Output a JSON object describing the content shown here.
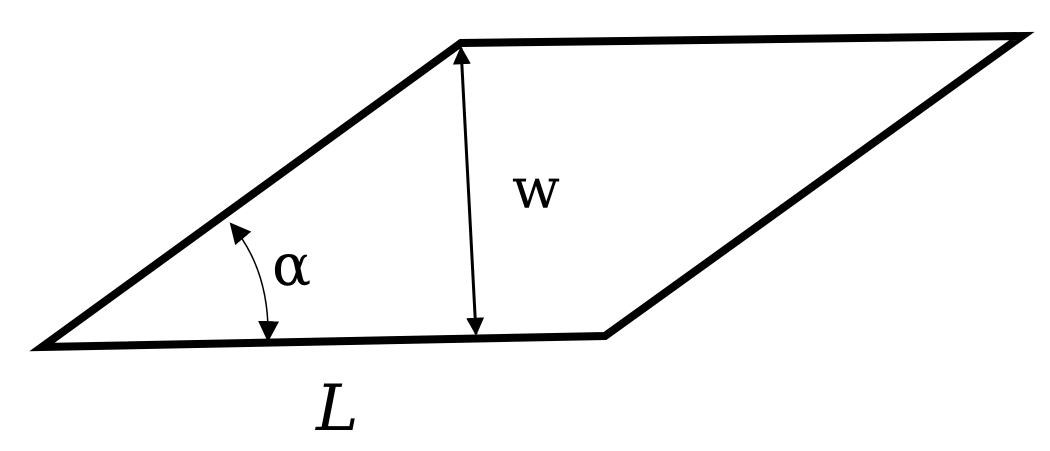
{
  "labels": {
    "height": "w",
    "angle": "α",
    "base": "L"
  },
  "colors": {
    "stroke": "#000000",
    "background": "#ffffff"
  }
}
